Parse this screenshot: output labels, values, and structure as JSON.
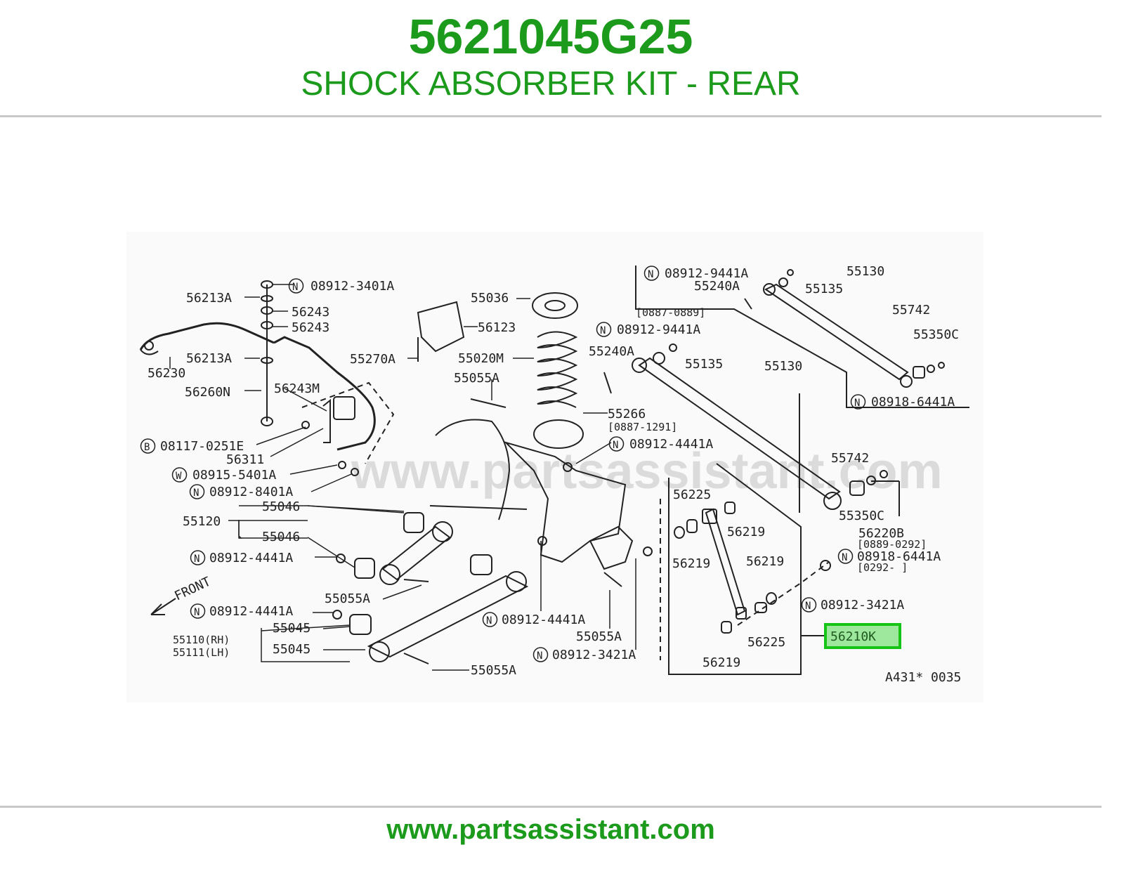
{
  "header": {
    "part_number": "5621045G25",
    "part_title": "SHOCK ABSORBER KIT - REAR"
  },
  "footer": {
    "url": "www.partsassistant.com"
  },
  "diagram": {
    "watermark": "www.partsassistant.com",
    "ref_code": "A431* 0035",
    "front_label": "FRONT",
    "highlighted_part": "56210K",
    "callouts": {
      "c_08912_3401A": "08912-3401A",
      "c_56213A_1": "56213A",
      "c_56243_1": "56243",
      "c_56243_2": "56243",
      "c_56213A_2": "56213A",
      "c_56230": "56230",
      "c_56260N": "56260N",
      "c_56243M": "56243M",
      "c_08117_0251E": "08117-0251E",
      "c_56311": "56311",
      "c_08915_5401A": "08915-5401A",
      "c_08912_8401A": "08912-8401A",
      "c_55046_1": "55046",
      "c_55120": "55120",
      "c_55046_2": "55046",
      "c_08912_4441A_1": "08912-4441A",
      "c_55055A_1": "55055A",
      "c_08912_4441A_2": "08912-4441A",
      "c_55045_1": "55045",
      "c_55110": "55110(RH)",
      "c_55111": "55111(LH)",
      "c_55045_2": "55045",
      "c_55055A_2": "55055A",
      "c_55036": "55036",
      "c_56123": "56123",
      "c_55020M": "55020M",
      "c_55270A": "55270A",
      "c_55055A_3": "55055A",
      "c_55266": "55266",
      "c_0887_1291": "[0887-1291]",
      "c_08912_4441A_3": "08912-4441A",
      "c_08912_4441A_4": "08912-4441A",
      "c_55055A_4": "55055A",
      "c_08912_3421A_1": "08912-3421A",
      "c_08912_9441A_1": "08912-9441A",
      "c_55240A_1": "55240A",
      "c_55135_1": "55135",
      "c_55130_1": "55130",
      "c_0887_0889": "[0887-0889]",
      "c_55742_1": "55742",
      "c_55350C_1": "55350C",
      "c_08918_6441A_1": "08918-6441A",
      "c_08912_9441A_2": "08912-9441A",
      "c_55240A_2": "55240A",
      "c_55135_2": "55135",
      "c_55130_2": "55130",
      "c_55742_2": "55742",
      "c_55350C_2": "55350C",
      "c_56220B": "56220B",
      "c_0889_0292": "[0889-0292]",
      "c_08918_6441A_2": "08918-6441A",
      "c_0292": "[0292-    ]",
      "c_08912_3421A_2": "08912-3421A",
      "c_56225_1": "56225",
      "c_56219_1": "56219",
      "c_56219_2": "56219",
      "c_56219_3": "56219",
      "c_56225_2": "56225",
      "c_56219_4": "56219"
    },
    "prefix_letters": {
      "n": "N",
      "b": "B",
      "w": "W"
    }
  },
  "colors": {
    "brand_green": "#1c9a1c",
    "highlight_fill": "#9ee89e",
    "highlight_border": "#16c416"
  }
}
